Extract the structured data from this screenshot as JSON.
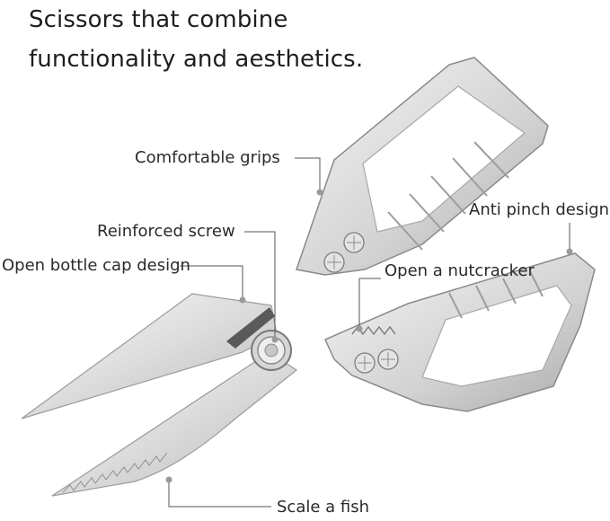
{
  "headline": {
    "line1": "Scissors that combine",
    "line2": "functionality and aesthetics."
  },
  "callouts": {
    "comfortable_grips": "Comfortable grips",
    "reinforced_screw": "Reinforced screw",
    "anti_pinch": "Anti pinch design",
    "bottle_cap": "Open bottle cap design",
    "nutcracker": "Open a nutcracker",
    "scale_fish": "Scale a fish"
  },
  "colors": {
    "metal_light": "#f1f1f1",
    "metal_mid": "#cfcfcf",
    "metal_dark": "#8e8e8e",
    "leader_line": "#555555",
    "dot": "#9a9a9a"
  }
}
